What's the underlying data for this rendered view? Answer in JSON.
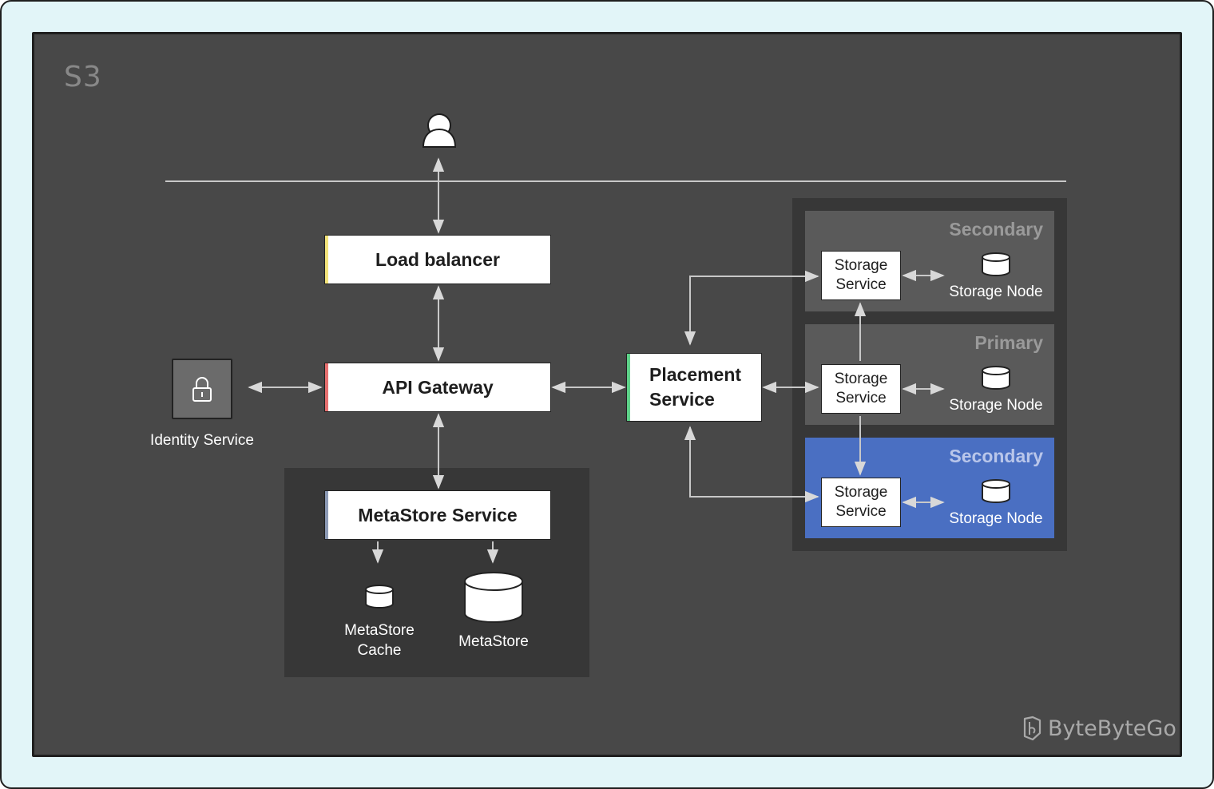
{
  "title": "S3",
  "nodes": {
    "load_balancer": "Load balancer",
    "api_gateway": "API Gateway",
    "metastore_service": "MetaStore Service",
    "placement_service": "Placement Service",
    "identity_service": "Identity Service",
    "metastore_cache": "MetaStore\nCache",
    "metastore": "MetaStore"
  },
  "zones": [
    {
      "role": "Secondary",
      "service": "Storage\nService",
      "node": "Storage Node",
      "active": false
    },
    {
      "role": "Primary",
      "service": "Storage\nService",
      "node": "Storage Node",
      "active": false
    },
    {
      "role": "Secondary",
      "service": "Storage\nService",
      "node": "Storage Node",
      "active": true
    }
  ],
  "colors": {
    "load_balancer_accent": "#f3e37a",
    "api_gateway_accent": "#e76f6f",
    "placement_accent": "#5fd38a",
    "metastore_accent": "#8c9ab5",
    "active_zone": "#4a6fc2",
    "zone": "#5a5a5a"
  },
  "brand": {
    "name": "ByteByteGo",
    "icon": "bytebytego-logo-icon"
  },
  "icons": {
    "user": "user-icon",
    "lock": "lock-icon",
    "database": "database-icon"
  }
}
